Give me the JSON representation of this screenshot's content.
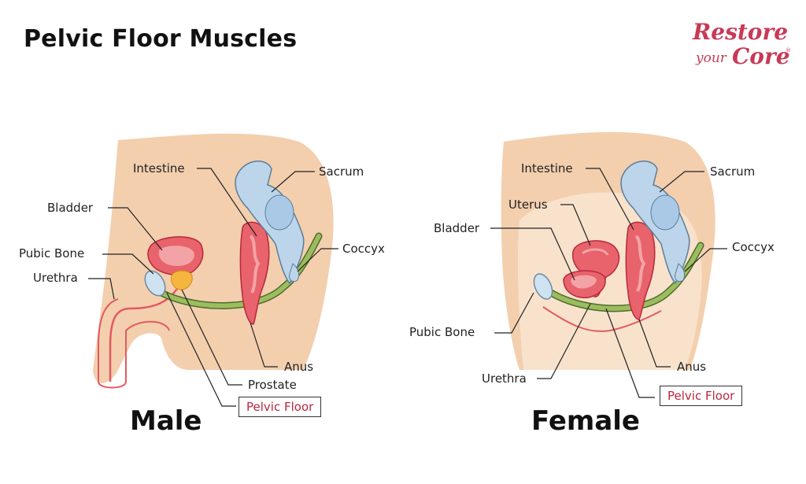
{
  "title": "Pelvic Floor Muscles",
  "logo": {
    "line1": "Restore",
    "line2": "your",
    "line3": "Core",
    "reg": "®"
  },
  "male": {
    "caption": "Male",
    "labels": {
      "intestine": "Intestine",
      "sacrum": "Sacrum",
      "bladder": "Bladder",
      "coccyx": "Coccyx",
      "pubic_bone": "Pubic Bone",
      "urethra": "Urethra",
      "anus": "Anus",
      "prostate": "Prostate",
      "pelvic_floor": "Pelvic Floor"
    }
  },
  "female": {
    "caption": "Female",
    "labels": {
      "intestine": "Intestine",
      "sacrum": "Sacrum",
      "uterus": "Uterus",
      "bladder": "Bladder",
      "coccyx": "Coccyx",
      "pubic_bone": "Pubic Bone",
      "anus": "Anus",
      "urethra": "Urethra",
      "pelvic_floor": "Pelvic Floor"
    }
  },
  "colors": {
    "skin": "#f3cfae",
    "skin_light": "#f8e2cc",
    "organ": "#e8636b",
    "organ_inner": "#f3a3a6",
    "muscle": "#9cbd5d",
    "bone": "#cfe2f1",
    "prostate": "#f4b63f",
    "brand": "#c73a56"
  }
}
